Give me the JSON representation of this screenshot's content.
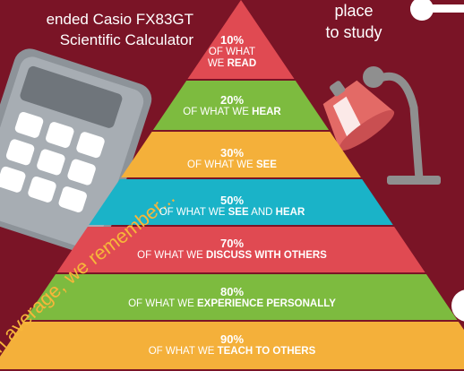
{
  "top_left_text": {
    "line1": "ended Casio FX83GT",
    "line2": "Scientific Calculator"
  },
  "top_right_text": {
    "line1": "place",
    "line2": "to study"
  },
  "curved_label": "n average, we remember...",
  "pyramid": [
    {
      "percent": "10%",
      "pre": "OF WHAT",
      "pre2": "WE",
      "bold": "READ",
      "mid": "",
      "bold2": "",
      "color": "#e04a52"
    },
    {
      "percent": "20%",
      "pre": "OF WHAT WE",
      "bold": "HEAR",
      "mid": "",
      "bold2": "",
      "color": "#7dbb3f"
    },
    {
      "percent": "30%",
      "pre": "OF WHAT WE",
      "bold": "SEE",
      "mid": "",
      "bold2": "",
      "color": "#f4b03a"
    },
    {
      "percent": "50%",
      "pre": "OF WHAT WE",
      "bold": "SEE",
      "mid": "AND",
      "bold2": "HEAR",
      "color": "#1ab3c8"
    },
    {
      "percent": "70%",
      "pre": "OF WHAT WE",
      "bold": "DISCUSS WITH OTHERS",
      "mid": "",
      "bold2": "",
      "color": "#e04a52"
    },
    {
      "percent": "80%",
      "pre": "OF WHAT WE",
      "bold": "EXPERIENCE PERSONALLY",
      "mid": "",
      "bold2": "",
      "color": "#7dbb3f"
    },
    {
      "percent": "90%",
      "pre": "OF WHAT WE",
      "bold": "TEACH TO OTHERS",
      "mid": "",
      "bold2": "",
      "color": "#f4b03a"
    }
  ],
  "colors": {
    "background": "#7a1426",
    "calculator_body": "#9aa0a6",
    "lamp_shade": "#e36a66",
    "lamp_arm": "#8f8f8f"
  },
  "icons": [
    "calculator-icon",
    "desk-lamp-icon",
    "toggle-knob-icon"
  ]
}
